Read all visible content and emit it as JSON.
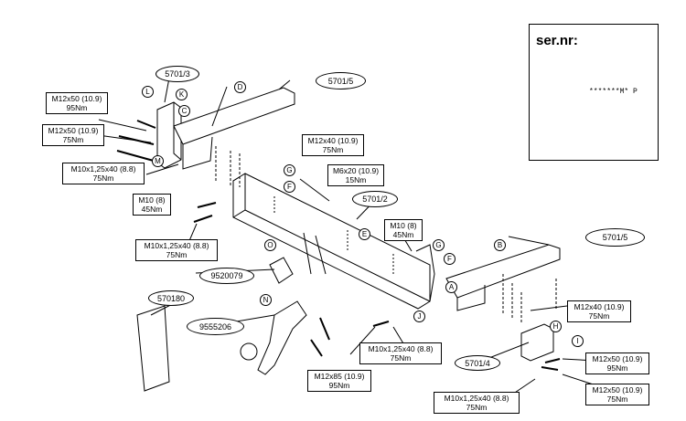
{
  "warning": {
    "serial_label": "ser.nr:",
    "code": "*******M* P",
    "icon": "warning-triangle-icon"
  },
  "part_numbers": {
    "p5701_3": "5701/3",
    "p5701_5_top": "5701/5",
    "p5701_2": "5701/2",
    "p5701_5_right": "5701/5",
    "p5701_4": "5701/4",
    "p9520079": "9520079",
    "p570180": "570180",
    "p9555206": "9555206"
  },
  "specs": {
    "s1": {
      "bolt": "M12x50 (10.9)",
      "torque": "95Nm"
    },
    "s2": {
      "bolt": "M12x50 (10.9)",
      "torque": "75Nm"
    },
    "s3": {
      "bolt": "M10x1,25x40 (8.8)",
      "torque": "75Nm"
    },
    "s4": {
      "bolt": "M12x40 (10.9)",
      "torque": "75Nm"
    },
    "s5": {
      "bolt": "M6x20 (10.9)",
      "torque": "15Nm"
    },
    "s6": {
      "bolt": "M10 (8)",
      "torque": "45Nm"
    },
    "s7": {
      "bolt": "M10x1,25x40 (8.8)",
      "torque": "75Nm"
    },
    "s8": {
      "bolt": "M10 (8)",
      "torque": "45Nm"
    },
    "s9": {
      "bolt": "M12x40 (10.9)",
      "torque": "75Nm"
    },
    "s10": {
      "bolt": "M10x1,25x40 (8.8)",
      "torque": "75Nm"
    },
    "s11": {
      "bolt": "M12x50 (10.9)",
      "torque": "95Nm"
    },
    "s12": {
      "bolt": "M12x85 (10.9)",
      "torque": "95Nm"
    },
    "s13": {
      "bolt": "M10x1,25x40 (8.8)",
      "torque": "75Nm"
    },
    "s14": {
      "bolt": "M12x50 (10.9)",
      "torque": "75Nm"
    }
  },
  "letters": {
    "L": "L",
    "K": "K",
    "C": "C",
    "M": "M",
    "D": "D",
    "G1": "G",
    "F1": "F",
    "E": "E",
    "O": "O",
    "N": "N",
    "G2": "G",
    "F2": "F",
    "A": "A",
    "J": "J",
    "B": "B",
    "H": "H",
    "I": "I"
  }
}
